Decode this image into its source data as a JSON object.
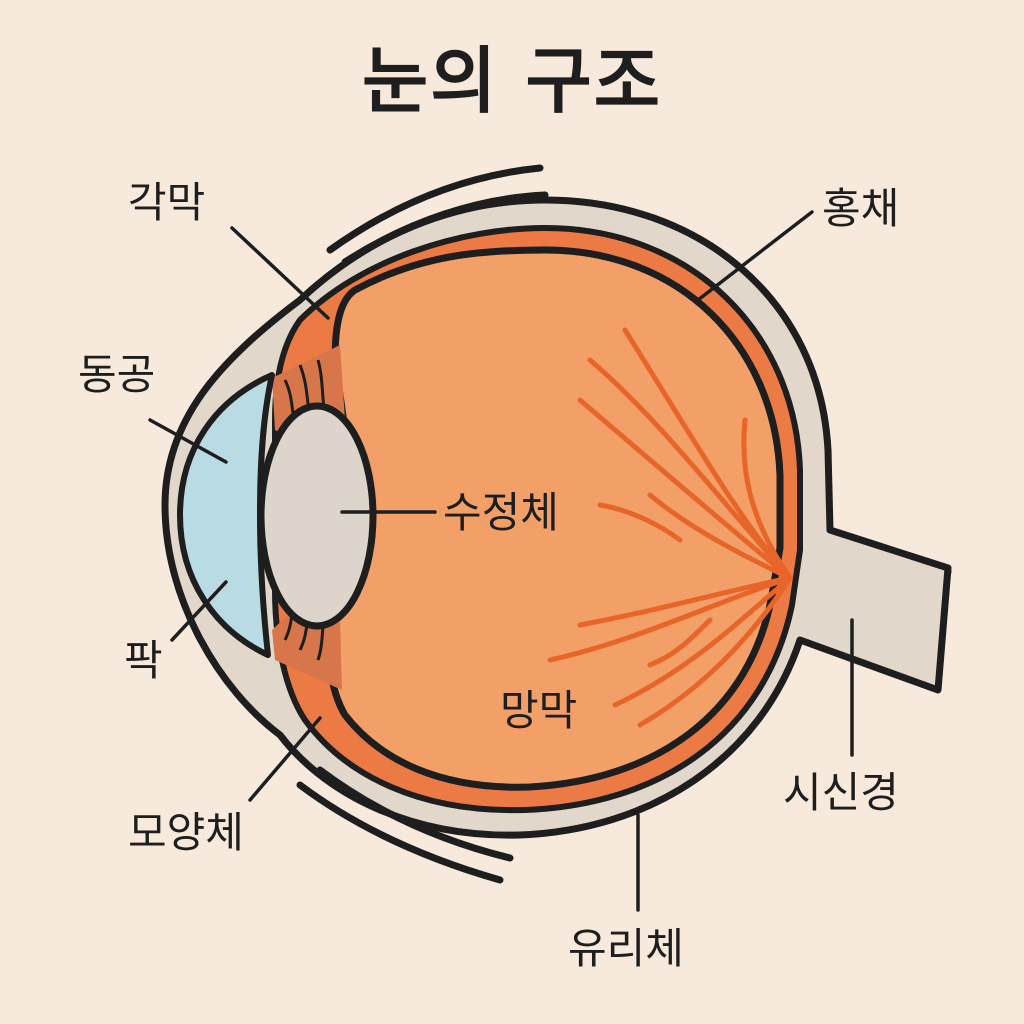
{
  "title": "눈의 구조",
  "labels": {
    "cornea": "각막",
    "pupil": "동공",
    "film": "팍",
    "ciliary_body": "모양체",
    "iris": "홍채",
    "lens": "수정체",
    "retina": "망막",
    "optic_nerve": "시신경",
    "vitreous_body": "유리체"
  },
  "colors": {
    "background": "#f7eadc",
    "outline": "#1e1e1e",
    "sclera": "#e2d7cb",
    "choroid": "#ec7a45",
    "eyeball_interior": "#f2a068",
    "cornea_chamber": "#b8dbe4",
    "lens": "#ddd5cc",
    "ciliary": "#d7764a",
    "vessels": "#e8652a",
    "optic_nerve": "#eeb043"
  }
}
